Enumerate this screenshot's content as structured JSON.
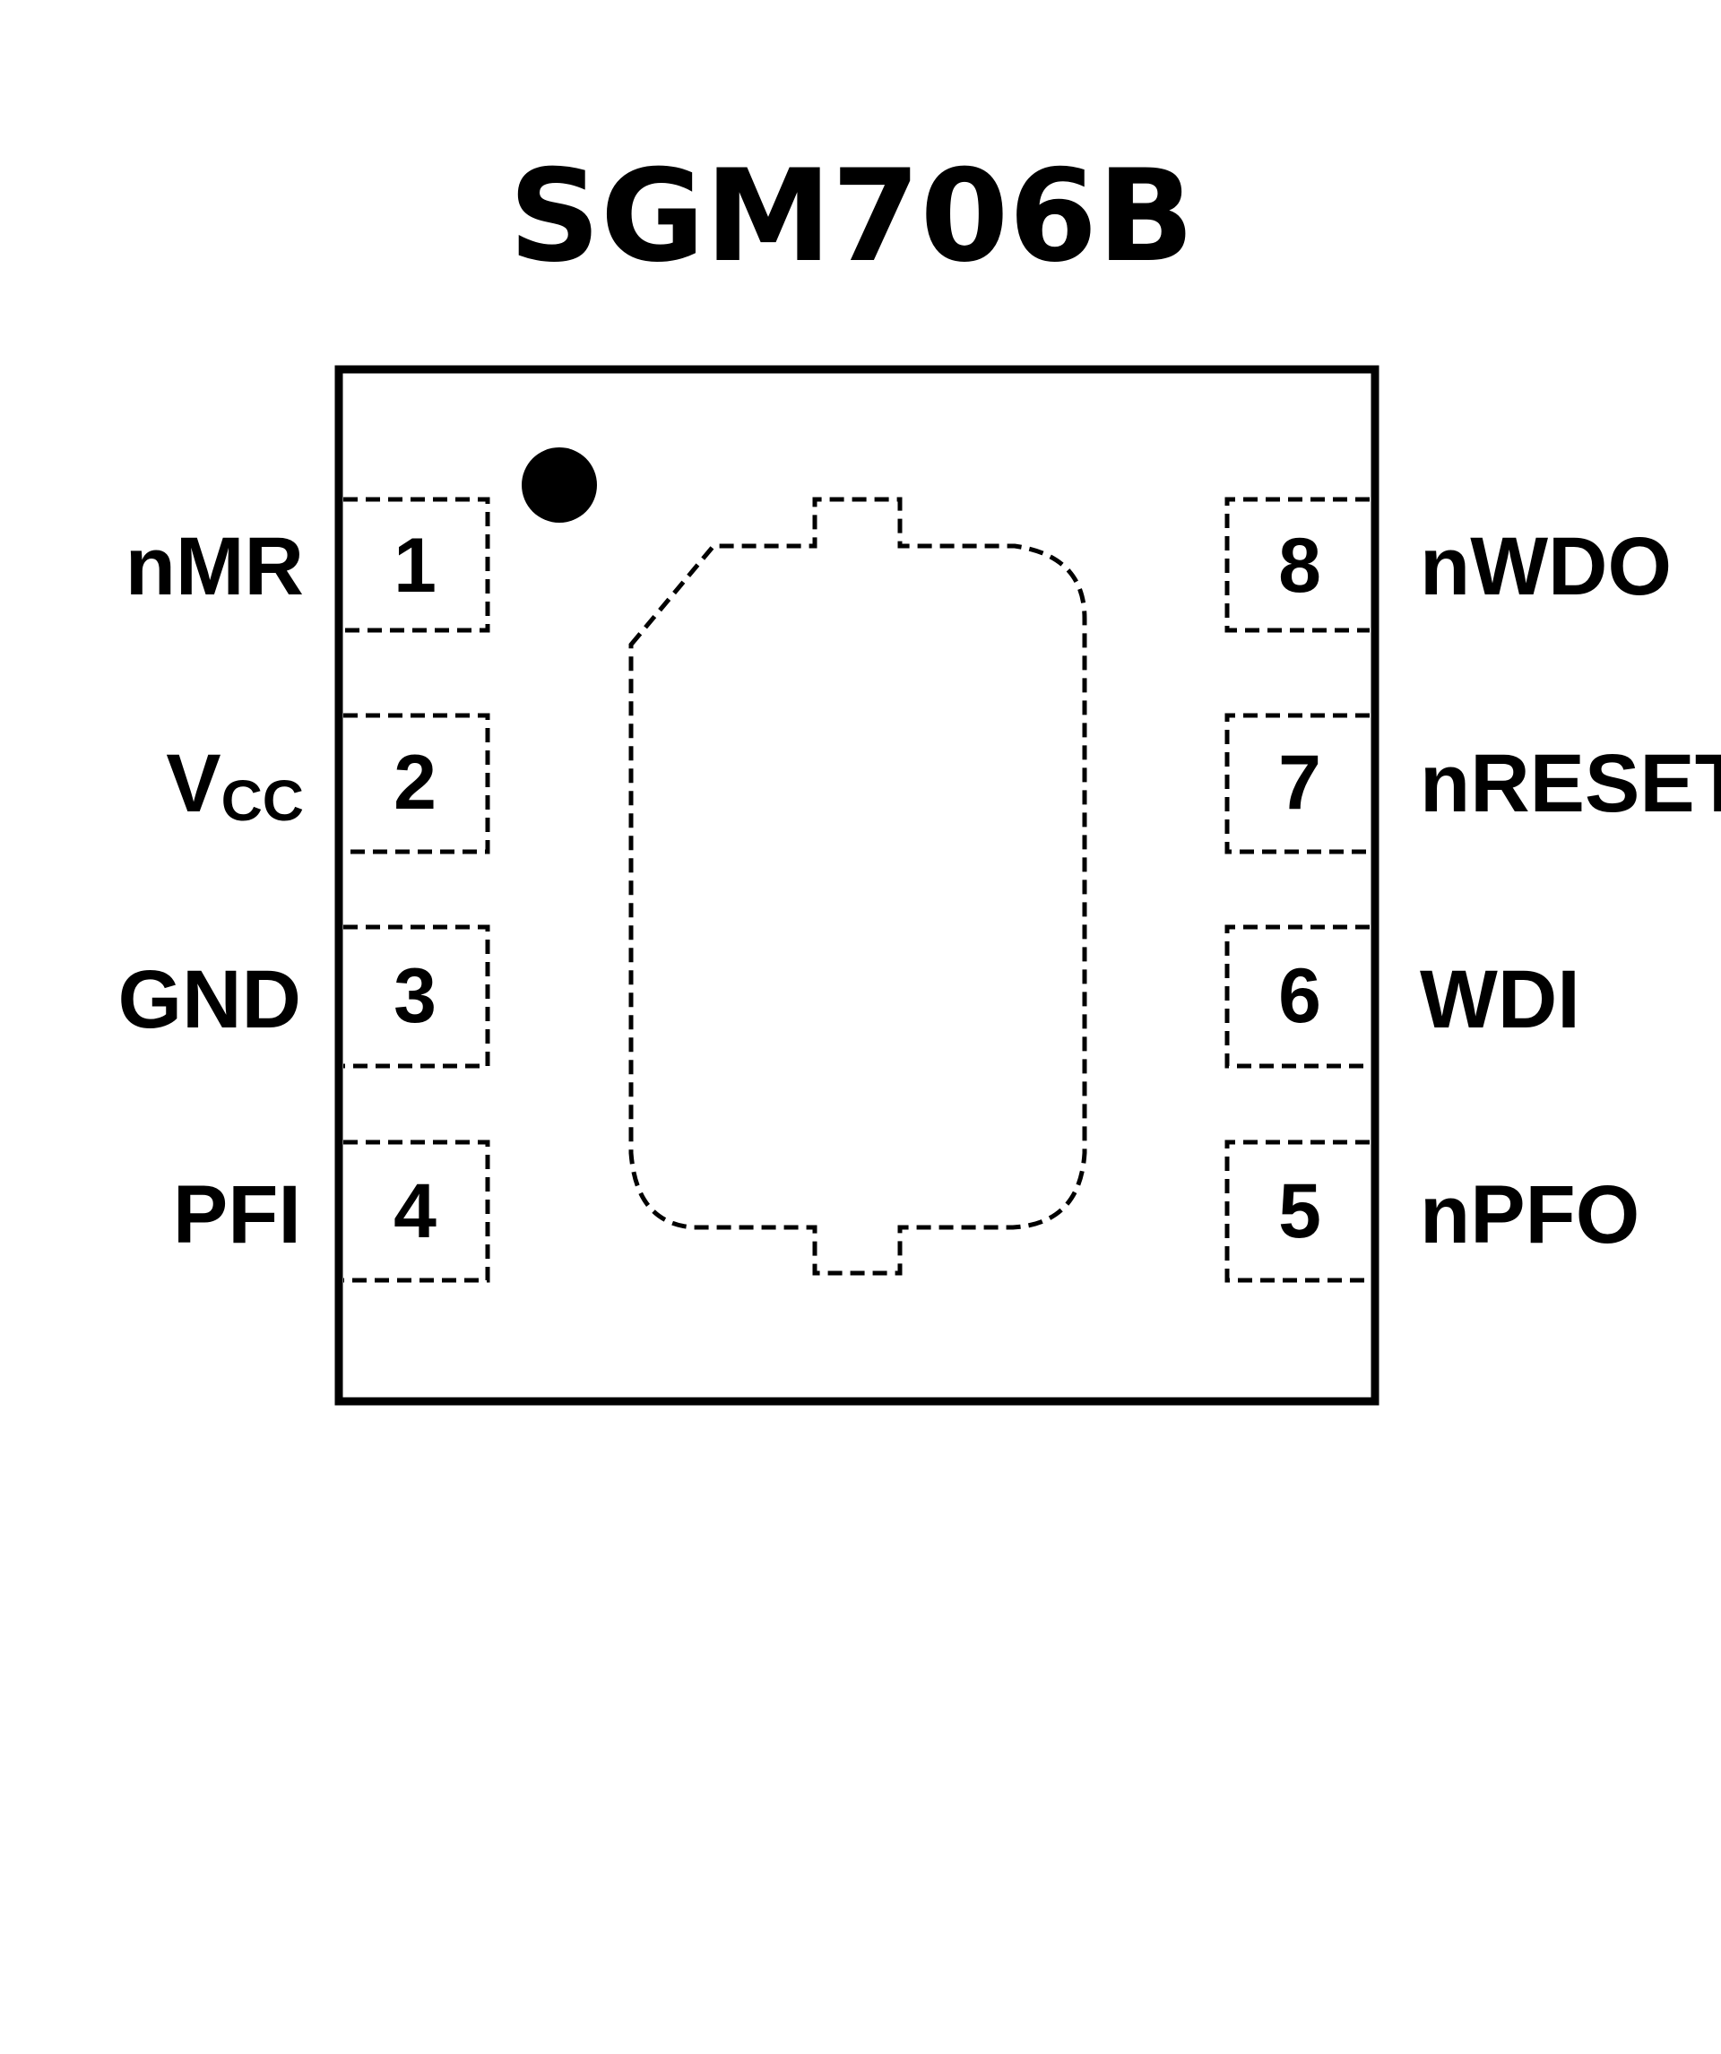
{
  "title": "SGM706B",
  "pins_left": [
    {
      "number": "1",
      "name": "nMR"
    },
    {
      "number": "2",
      "name": "V",
      "name_sub": "CC"
    },
    {
      "number": "3",
      "name": "GND"
    },
    {
      "number": "4",
      "name": "PFI"
    }
  ],
  "pins_right": [
    {
      "number": "8",
      "name": "nWDO"
    },
    {
      "number": "7",
      "name": "nRESET"
    },
    {
      "number": "6",
      "name": "WDI"
    },
    {
      "number": "5",
      "name": "nPFO"
    }
  ],
  "colors": {
    "stroke": "#000000",
    "background": "#ffffff"
  }
}
